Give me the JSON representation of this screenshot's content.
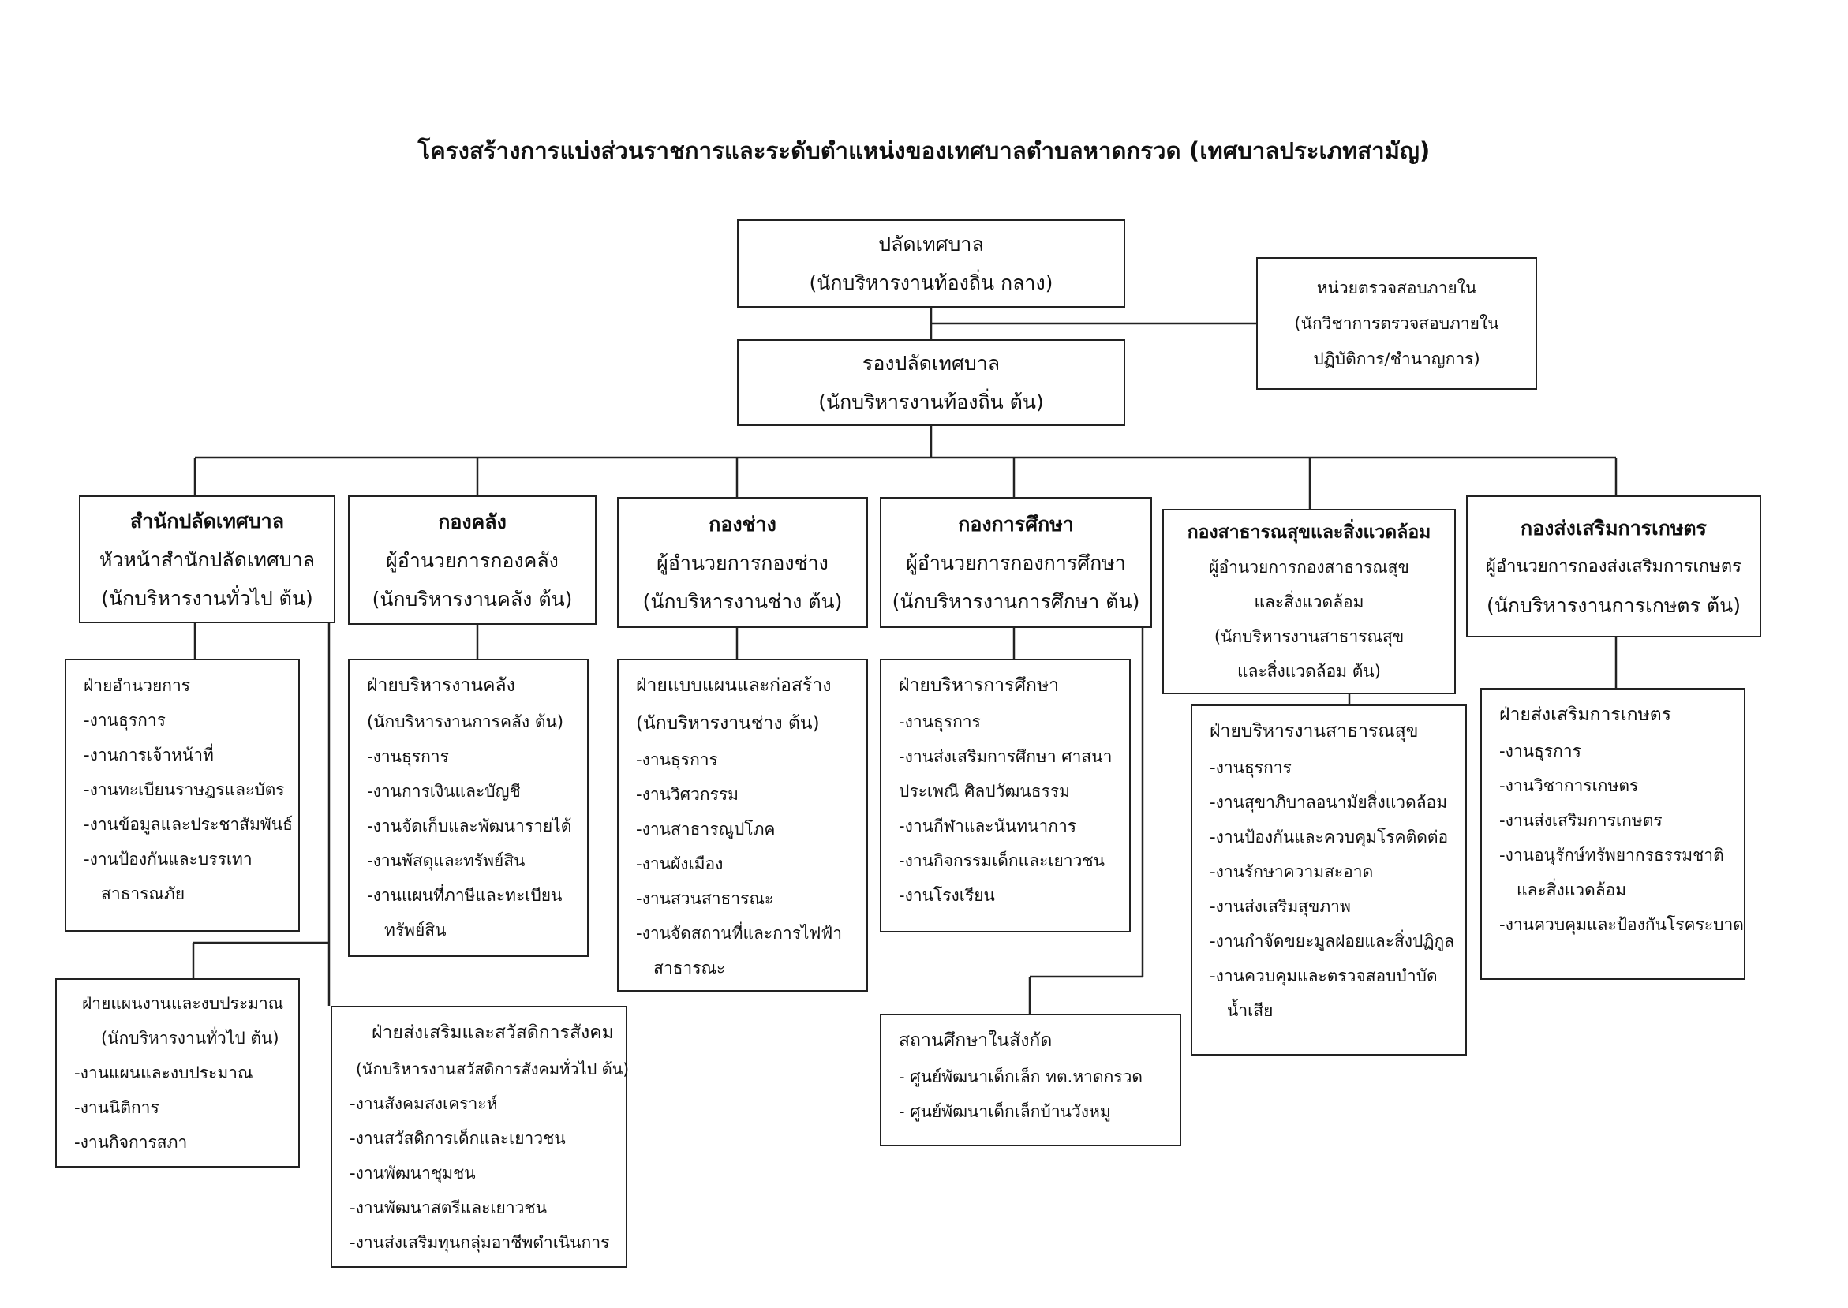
{
  "title": "โครงสร้างการแบ่งส่วนราชการและระดับตำแหน่งของเทศบาลตำบลหาดกรวด (เทศบาลประเภทสามัญ)",
  "top": {
    "clerk": [
      "ปลัดเทศบาล",
      "(นักบริหารงานท้องถิ่น กลาง)"
    ],
    "deputy": [
      "รองปลัดเทศบาล",
      "(นักบริหารงานท้องถิ่น ต้น)"
    ],
    "audit": [
      "หน่วยตรวจสอบภายใน",
      "(นักวิชาการตรวจสอบภายใน",
      "ปฏิบัติการ/ชำนาญการ)"
    ]
  },
  "divisions": [
    {
      "head": "สำนักปลัดเทศบาล",
      "lines": [
        "หัวหน้าสำนักปลัดเทศบาล",
        "(นักบริหารงานทั่วไป ต้น)"
      ]
    },
    {
      "head": "กองคลัง",
      "lines": [
        "ผู้อำนวยการกองคลัง",
        "(นักบริหารงานคลัง ต้น)"
      ]
    },
    {
      "head": "กองช่าง",
      "lines": [
        "ผู้อำนวยการกองช่าง",
        "(นักบริหารงานช่าง ต้น)"
      ]
    },
    {
      "head": "กองการศึกษา",
      "lines": [
        "ผู้อำนวยการกองการศึกษา",
        "(นักบริหารงานการศึกษา ต้น)"
      ]
    },
    {
      "head": "กองสาธารณสุขและสิ่งแวดล้อม",
      "lines": [
        "ผู้อำนวยการกองสาธารณสุข",
        "และสิ่งแวดล้อม",
        "(นักบริหารงานสาธารณสุข",
        "และสิ่งแวดล้อม ต้น)"
      ]
    },
    {
      "head": "กองส่งเสริมการเกษตร",
      "lines": [
        "ผู้อำนวยการกองส่งเสริมการเกษตร",
        "(นักบริหารงานการเกษตร ต้น)"
      ]
    }
  ],
  "sections": {
    "admin": {
      "head": "ฝ่ายอำนวยการ",
      "items": [
        "-งานธุรการ",
        "-งานการเจ้าหน้าที่",
        "-งานทะเบียนราษฎรและบัตร",
        "-งานข้อมูลและประชาสัมพันธ์",
        "-งานป้องกันและบรรเทา",
        "สาธารณภัย"
      ]
    },
    "finance": {
      "head": "ฝ่ายบริหารงานคลัง",
      "sub": "(นักบริหารงานการคลัง ต้น)",
      "items": [
        "-งานธุรการ",
        "-งานการเงินและบัญชี",
        "-งานจัดเก็บและพัฒนารายได้",
        "-งานพัสดุและทรัพย์สิน",
        "-งานแผนที่ภาษีและทะเบียน",
        "ทรัพย์สิน"
      ]
    },
    "works": {
      "head": "ฝ่ายแบบแผนและก่อสร้าง",
      "sub": "(นักบริหารงานช่าง ต้น)",
      "items": [
        "-งานธุรการ",
        "-งานวิศวกรรม",
        "-งานสาธารณูปโภค",
        "-งานผังเมือง",
        "-งานสวนสาธารณะ",
        "-งานจัดสถานที่และการไฟฟ้า",
        "สาธารณะ"
      ]
    },
    "education": {
      "head": "ฝ่ายบริหารการศึกษา",
      "items": [
        "-งานธุรการ",
        "-งานส่งเสริมการศึกษา ศาสนา",
        "ประเพณี ศิลปวัฒนธรรม",
        "-งานกีฬาและนันทนาการ",
        "-งานกิจกรรมเด็กและเยาวชน",
        "-งานโรงเรียน"
      ]
    },
    "health": {
      "head": "ฝ่ายบริหารงานสาธารณสุข",
      "items": [
        "-งานธุรการ",
        "-งานสุขาภิบาลอนามัยสิ่งแวดล้อม",
        "-งานป้องกันและควบคุมโรคติดต่อ",
        "-งานรักษาความสะอาด",
        "-งานส่งเสริมสุขภาพ",
        "-งานกำจัดขยะมูลฝอยและสิ่งปฏิกูล",
        "-งานควบคุมและตรวจสอบบำบัด",
        "น้ำเสีย"
      ]
    },
    "agri": {
      "head": "ฝ่ายส่งเสริมการเกษตร",
      "items": [
        "-งานธุรการ",
        "-งานวิชาการเกษตร",
        "-งานส่งเสริมการเกษตร",
        "-งานอนุรักษ์ทรัพยากรธรรมชาติ",
        "และสิ่งแวดล้อม",
        "-งานควบคุมและป้องกันโรคระบาด"
      ]
    },
    "plan": {
      "head": "ฝ่ายแผนงานและงบประมาณ",
      "sub": "(นักบริหารงานทั่วไป ต้น)",
      "items": [
        "-งานแผนและงบประมาณ",
        "-งานนิติการ",
        "-งานกิจการสภา"
      ]
    },
    "welfare": {
      "head": "ฝ่ายส่งเสริมและสวัสดิการสังคม",
      "sub": "(นักบริหารงานสวัสดิการสังคมทั่วไป ต้น)",
      "items": [
        "-งานสังคมสงเคราะห์",
        "-งานสวัสดิการเด็กและเยาวชน",
        "-งานพัฒนาชุมชน",
        "-งานพัฒนาสตรีและเยาวชน",
        "-งานส่งเสริมทุนกลุ่มอาชีพดำเนินการ"
      ]
    },
    "schools": {
      "head": "สถานศึกษาในสังกัด",
      "items": [
        "- ศูนย์พัฒนาเด็กเล็ก ทต.หาดกรวด",
        "- ศูนย์พัฒนาเด็กเล็กบ้านวังหมู"
      ]
    }
  }
}
